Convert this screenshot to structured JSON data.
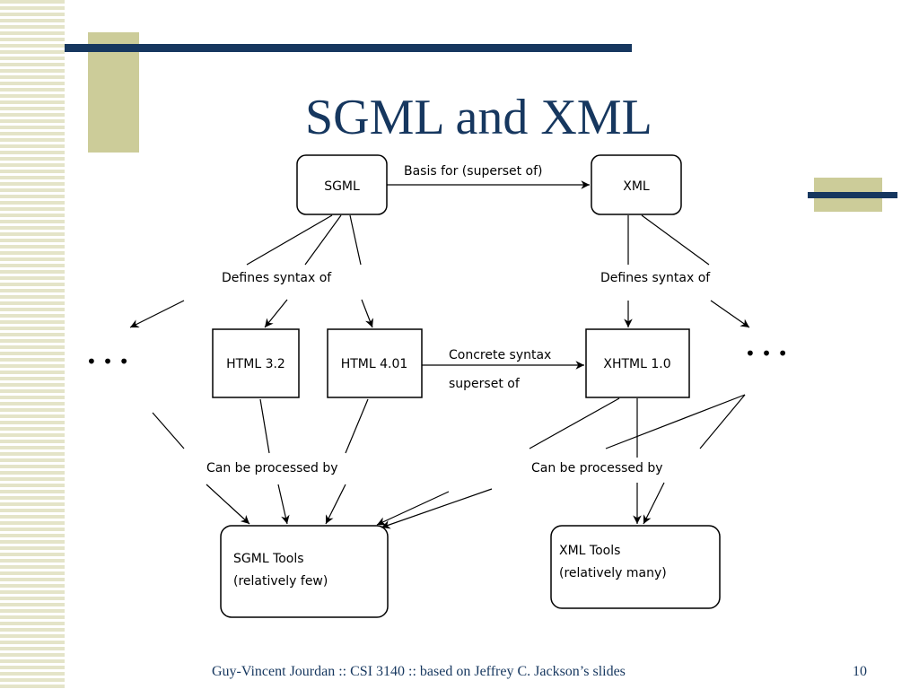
{
  "slide": {
    "title": "SGML and XML",
    "footer": "Guy-Vincent Jourdan :: CSI 3140 :: based on Jeffrey C. Jackson’s slides",
    "page_number": "10"
  },
  "diagram": {
    "nodes": {
      "sgml": "SGML",
      "xml": "XML",
      "html32": "HTML 3.2",
      "html401": "HTML 4.01",
      "xhtml": "XHTML 1.0",
      "sgml_tools_1": "SGML Tools",
      "sgml_tools_2": "(relatively few)",
      "xml_tools_1": "XML Tools",
      "xml_tools_2": "(relatively many)"
    },
    "labels": {
      "basis_for": "Basis for (superset of)",
      "defines_syntax_left": "Defines syntax of",
      "defines_syntax_right": "Defines syntax of",
      "concrete_syntax": "Concrete syntax",
      "superset_of": "superset of",
      "processed_left": "Can be processed by",
      "processed_right": "Can be processed by",
      "ellipsis_left": "• • •",
      "ellipsis_right": "• • •"
    }
  }
}
